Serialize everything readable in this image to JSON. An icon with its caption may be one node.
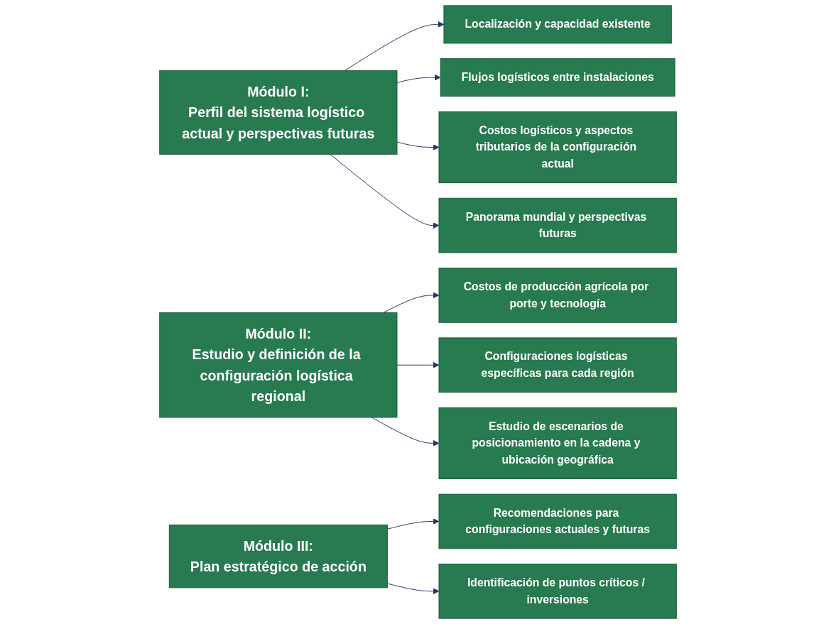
{
  "diagram": {
    "nodes": [
      {
        "text": [
          "Módulo I:",
          "Perfil del sistema logístico actual y perspectivas futuras"
        ]
      },
      {
        "text": [
          "Localización y capacidad existente"
        ]
      },
      {
        "text": [
          "Flujos logísticos entre instalaciones"
        ]
      },
      {
        "text": [
          "Costos logísticos y aspectos tributarios de la configuración actual"
        ]
      },
      {
        "text": [
          "Panorama mundial y perspectivas futuras"
        ]
      },
      {
        "text": [
          "Módulo II:",
          "Estudio y definición de la configuración logística regional"
        ]
      },
      {
        "text": [
          "Costos de producción agrícola por porte y tecnología"
        ]
      },
      {
        "text": [
          "Configuraciones logísticas específicas para cada región"
        ]
      },
      {
        "text": [
          "Estudio de escenarios de posicionamiento en la cadena y ubicación geográfica"
        ]
      },
      {
        "text": [
          "Módulo III:",
          "Plan estratégico de acción"
        ]
      },
      {
        "text": [
          "Recomendaciones para configuraciones actuales y futuras"
        ]
      },
      {
        "text": [
          "Identificación de puntos críticos / inversiones"
        ]
      }
    ],
    "edges": [
      {
        "from": 0,
        "to": 1,
        "arrow": "to"
      },
      {
        "from": 0,
        "to": 2,
        "arrow": "to"
      },
      {
        "from": 0,
        "to": 3,
        "arrow": "to"
      },
      {
        "from": 0,
        "to": 4,
        "arrow": "to"
      },
      {
        "from": 5,
        "to": 6,
        "arrow": "to"
      },
      {
        "from": 5,
        "to": 7,
        "arrow": "to"
      },
      {
        "from": 5,
        "to": 8,
        "arrow": "to"
      },
      {
        "from": 9,
        "to": 10,
        "arrow": "to"
      },
      {
        "from": 9,
        "to": 11,
        "arrow": "to"
      }
    ]
  }
}
